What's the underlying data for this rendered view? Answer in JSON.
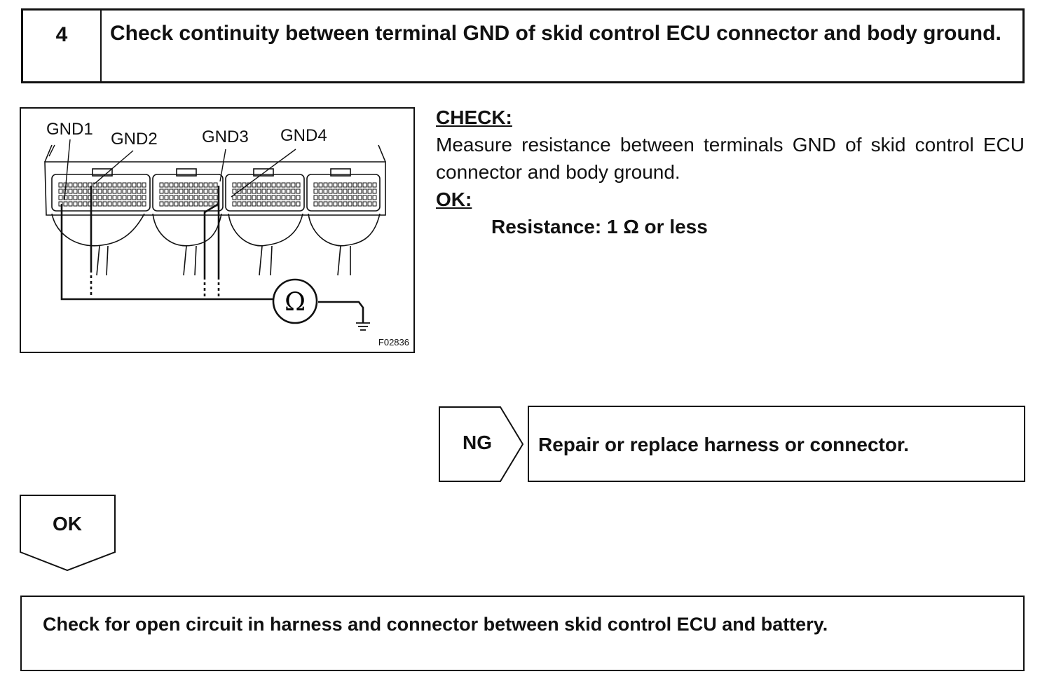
{
  "step": {
    "number": "4",
    "title": "Check continuity between terminal GND of skid control ECU connector and body ground."
  },
  "figure": {
    "labels": [
      "GND1",
      "GND2",
      "GND3",
      "GND4"
    ],
    "meter_symbol": "Ω",
    "code": "F02836"
  },
  "check": {
    "heading": "CHECK:",
    "text": "Measure resistance between terminals GND of skid control ECU connector and body ground.",
    "ok_heading": "OK:",
    "spec": "Resistance: 1 Ω or less"
  },
  "ng": {
    "label": "NG",
    "action": "Repair or replace harness or connector."
  },
  "ok": {
    "label": "OK"
  },
  "next_step": {
    "text": "Check for open circuit in harness and connector between skid control ECU and battery."
  }
}
